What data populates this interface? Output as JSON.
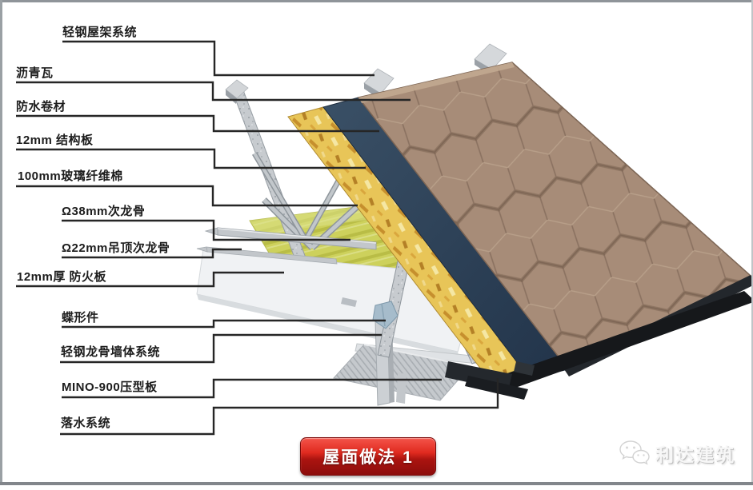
{
  "frame": {
    "background": "#ffffff",
    "border_color": "#8f9499"
  },
  "callouts": [
    {
      "id": "roof-truss-system",
      "label": "轻钢屋架系统",
      "target": "light-steel-roof-truss"
    },
    {
      "id": "asphalt-shingle",
      "label": "沥青瓦",
      "target": "shingle-layer"
    },
    {
      "id": "waterproof-membrane",
      "label": "防水卷材",
      "target": "membrane-layer"
    },
    {
      "id": "structural-board",
      "label": "12mm 结构板",
      "target": "osb-board-layer"
    },
    {
      "id": "glass-fiber-wool",
      "label": "100mm玻璃纤维棉",
      "target": "insulation-layer"
    },
    {
      "id": "keel-38mm",
      "label": "Ω38mm次龙骨",
      "target": "secondary-purlin"
    },
    {
      "id": "ceiling-keel-22mm",
      "label": "Ω22mm吊顶次龙骨",
      "target": "ceiling-keel"
    },
    {
      "id": "fireproof-board",
      "label": "12mm厚 防火板",
      "target": "fireproof-board"
    },
    {
      "id": "butterfly-piece",
      "label": "蝶形件",
      "target": "butterfly-connector"
    },
    {
      "id": "wall-system",
      "label": "轻钢龙骨墙体系统",
      "target": "wall-stud"
    },
    {
      "id": "profiled-sheet",
      "label": "MINO-900压型板",
      "target": "profiled-deck"
    },
    {
      "id": "drainage-system",
      "label": "落水系统",
      "target": "gutter"
    }
  ],
  "badge": {
    "label": "屋面做法 1",
    "color_top": "#f4544a",
    "color_bottom": "#8c0d0c",
    "text_color": "#ffffff"
  },
  "watermark": {
    "brand": "利达建筑",
    "icon": "wechat-icon"
  },
  "colors": {
    "shingle": "#a78c78",
    "membrane_navy": "#2e4157",
    "osb_yellow": "#e8c558",
    "insulation_green": "#cdd15c",
    "steel_gray": "#c7cbcf",
    "fireboard_white": "#f0f2f4",
    "deck_gray": "#c5c9cd",
    "gutter_black": "#16181b",
    "butterfly_blue": "#a6bccb",
    "callout_line": "#262626"
  }
}
